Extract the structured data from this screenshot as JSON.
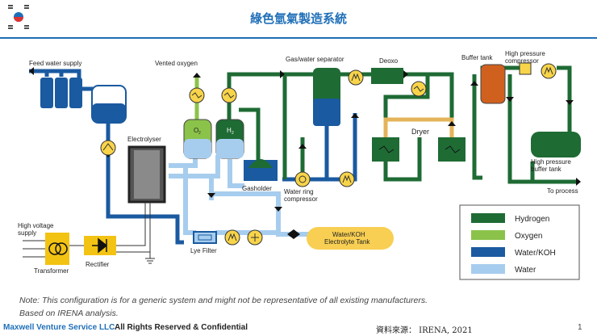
{
  "header": {
    "title": "綠色氫氣製造系統"
  },
  "diagram": {
    "labels": {
      "feed_water_supply": "Feed water supply",
      "vented_oxygen": "Vented oxygen",
      "gas_water_separator": "Gas/water separator",
      "deoxo": "Deoxo",
      "buffer_tank": "Buffer tank",
      "high_pressure_compressor_1": "High pressure",
      "high_pressure_compressor_2": "compressor",
      "electrolyser": "Electrolyser",
      "o2": "O",
      "o2_sub": "2",
      "h2": "H",
      "h2_sub": "2",
      "gasholder": "Gasholder",
      "water_ring_1": "Water ring",
      "water_ring_2": "compressor",
      "dryer": "Dryer",
      "hp_buffer_1": "High pressure",
      "hp_buffer_2": "buffer tank",
      "to_process": "To process",
      "high_voltage_1": "High voltage",
      "high_voltage_2": "supply",
      "transformer": "Transformer",
      "rectifier": "Rectifier",
      "lye_filter": "Lye Filter",
      "tank_1": "Water/KOH",
      "tank_2": "Electrolyte Tank"
    },
    "legend": [
      {
        "label": "Hydrogen",
        "color": "#1e6b34"
      },
      {
        "label": "Oxygen",
        "color": "#8bc34a"
      },
      {
        "label": "Water/KOH",
        "color": "#1a5aa0"
      },
      {
        "label": "Water",
        "color": "#a7cdee"
      }
    ]
  },
  "notes": {
    "line1": "Note: This configuration is for a generic system and might not be representative of all existing manufacturers.",
    "line2": "Based on IRENA analysis."
  },
  "footer": {
    "company": "Maxwell Venture Service LLC",
    "rights": "All Rights Reserved & Confidential",
    "source": "資料來源： IRENA, 2021",
    "page": "1"
  }
}
